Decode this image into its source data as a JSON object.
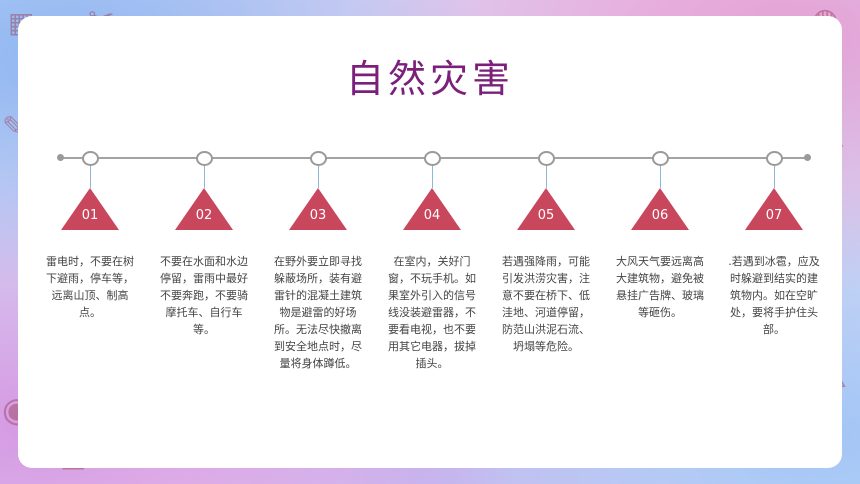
{
  "title": "自然灾害",
  "items": [
    {
      "num": "01",
      "text": "雷电时，不要在树下避雨，停车等，远离山顶、制高点。"
    },
    {
      "num": "02",
      "text": "不要在水面和水边停留，雷雨中最好不要奔跑，不要骑摩托车、自行车等。"
    },
    {
      "num": "03",
      "text": "在野外要立即寻找躲蔽场所，装有避雷针的混凝土建筑物是避雷的好场所。无法尽快撤离到安全地点时，尽量将身体蹲低。"
    },
    {
      "num": "04",
      "text": "在室内，关好门窗，不玩手机。如果室外引入的信号线没装避雷器，不要看电视，也不要用其它电器，拔掉插头。"
    },
    {
      "num": "05",
      "text": "若遇强降雨，可能引发洪涝灾害，注意不要在桥下、低洼地、河道停留，防范山洪泥石流、坍塌等危险。"
    },
    {
      "num": "06",
      "text": "大风天气要远离高大建筑物，避免被悬挂广告牌、玻璃等砸伤。"
    },
    {
      "num": "07",
      "text": ".若遇到冰雹，应及时躲避到结实的建筑物内。如在空旷处，要将手护住头部。"
    }
  ]
}
